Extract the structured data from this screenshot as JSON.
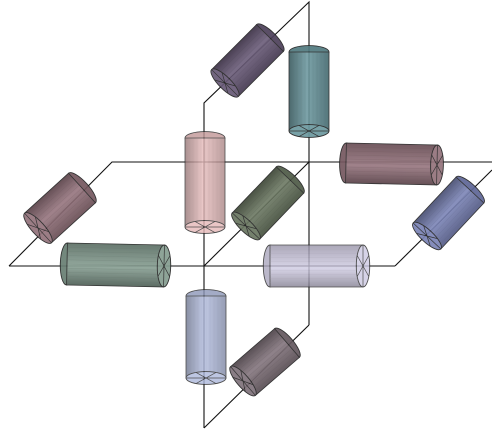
{
  "colors": {
    "frame": "#111111",
    "cylinders": {
      "dark_violet": "#5a4a6a",
      "teal": "#5f8f97",
      "salmon": "#e3b2b2",
      "olive_green": "#5c6a52",
      "mauve": "#8a6670",
      "steel_blue": "#6e78b0",
      "sage": "#7a9486",
      "lavender": "#c9c4df",
      "pale_blue": "#a6b2d9",
      "taupe": "#75666f"
    }
  },
  "cylinders": [
    {
      "id": "top-back-left",
      "color": "dark_violet",
      "orientation": "diagonal"
    },
    {
      "id": "top-back-right",
      "color": "teal",
      "orientation": "vertical"
    },
    {
      "id": "center-upper",
      "color": "salmon",
      "orientation": "vertical"
    },
    {
      "id": "center-right",
      "color": "olive_green",
      "orientation": "diagonal"
    },
    {
      "id": "right-back",
      "color": "mauve",
      "orientation": "horizontal"
    },
    {
      "id": "far-right",
      "color": "steel_blue",
      "orientation": "diagonal"
    },
    {
      "id": "left",
      "color": "mauve",
      "orientation": "diagonal"
    },
    {
      "id": "front-left",
      "color": "sage",
      "orientation": "horizontal"
    },
    {
      "id": "front-right",
      "color": "lavender",
      "orientation": "horizontal"
    },
    {
      "id": "bottom-front",
      "color": "pale_blue",
      "orientation": "vertical"
    },
    {
      "id": "bottom-right",
      "color": "taupe",
      "orientation": "diagonal"
    }
  ]
}
